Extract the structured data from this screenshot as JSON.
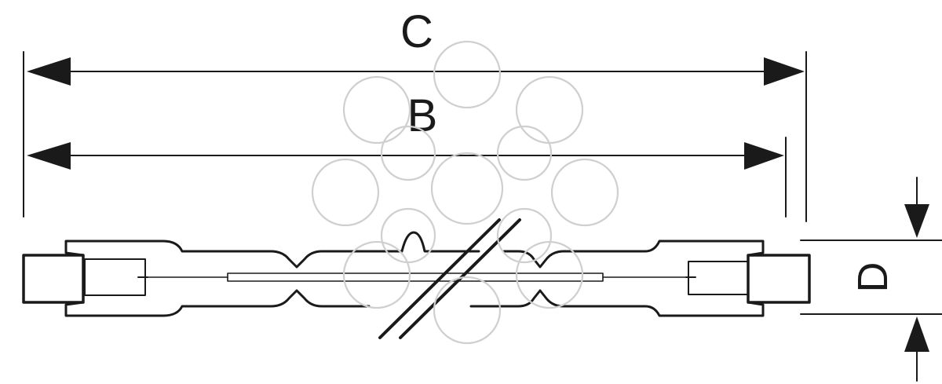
{
  "labels": {
    "overall_length": "C",
    "inner_length": "B",
    "diameter": "D"
  },
  "colors": {
    "line": "#1a1a1a",
    "watermark": "#cfcfcf",
    "background": "#ffffff"
  },
  "icons": {
    "watermark": "flower-watermark-icon"
  }
}
